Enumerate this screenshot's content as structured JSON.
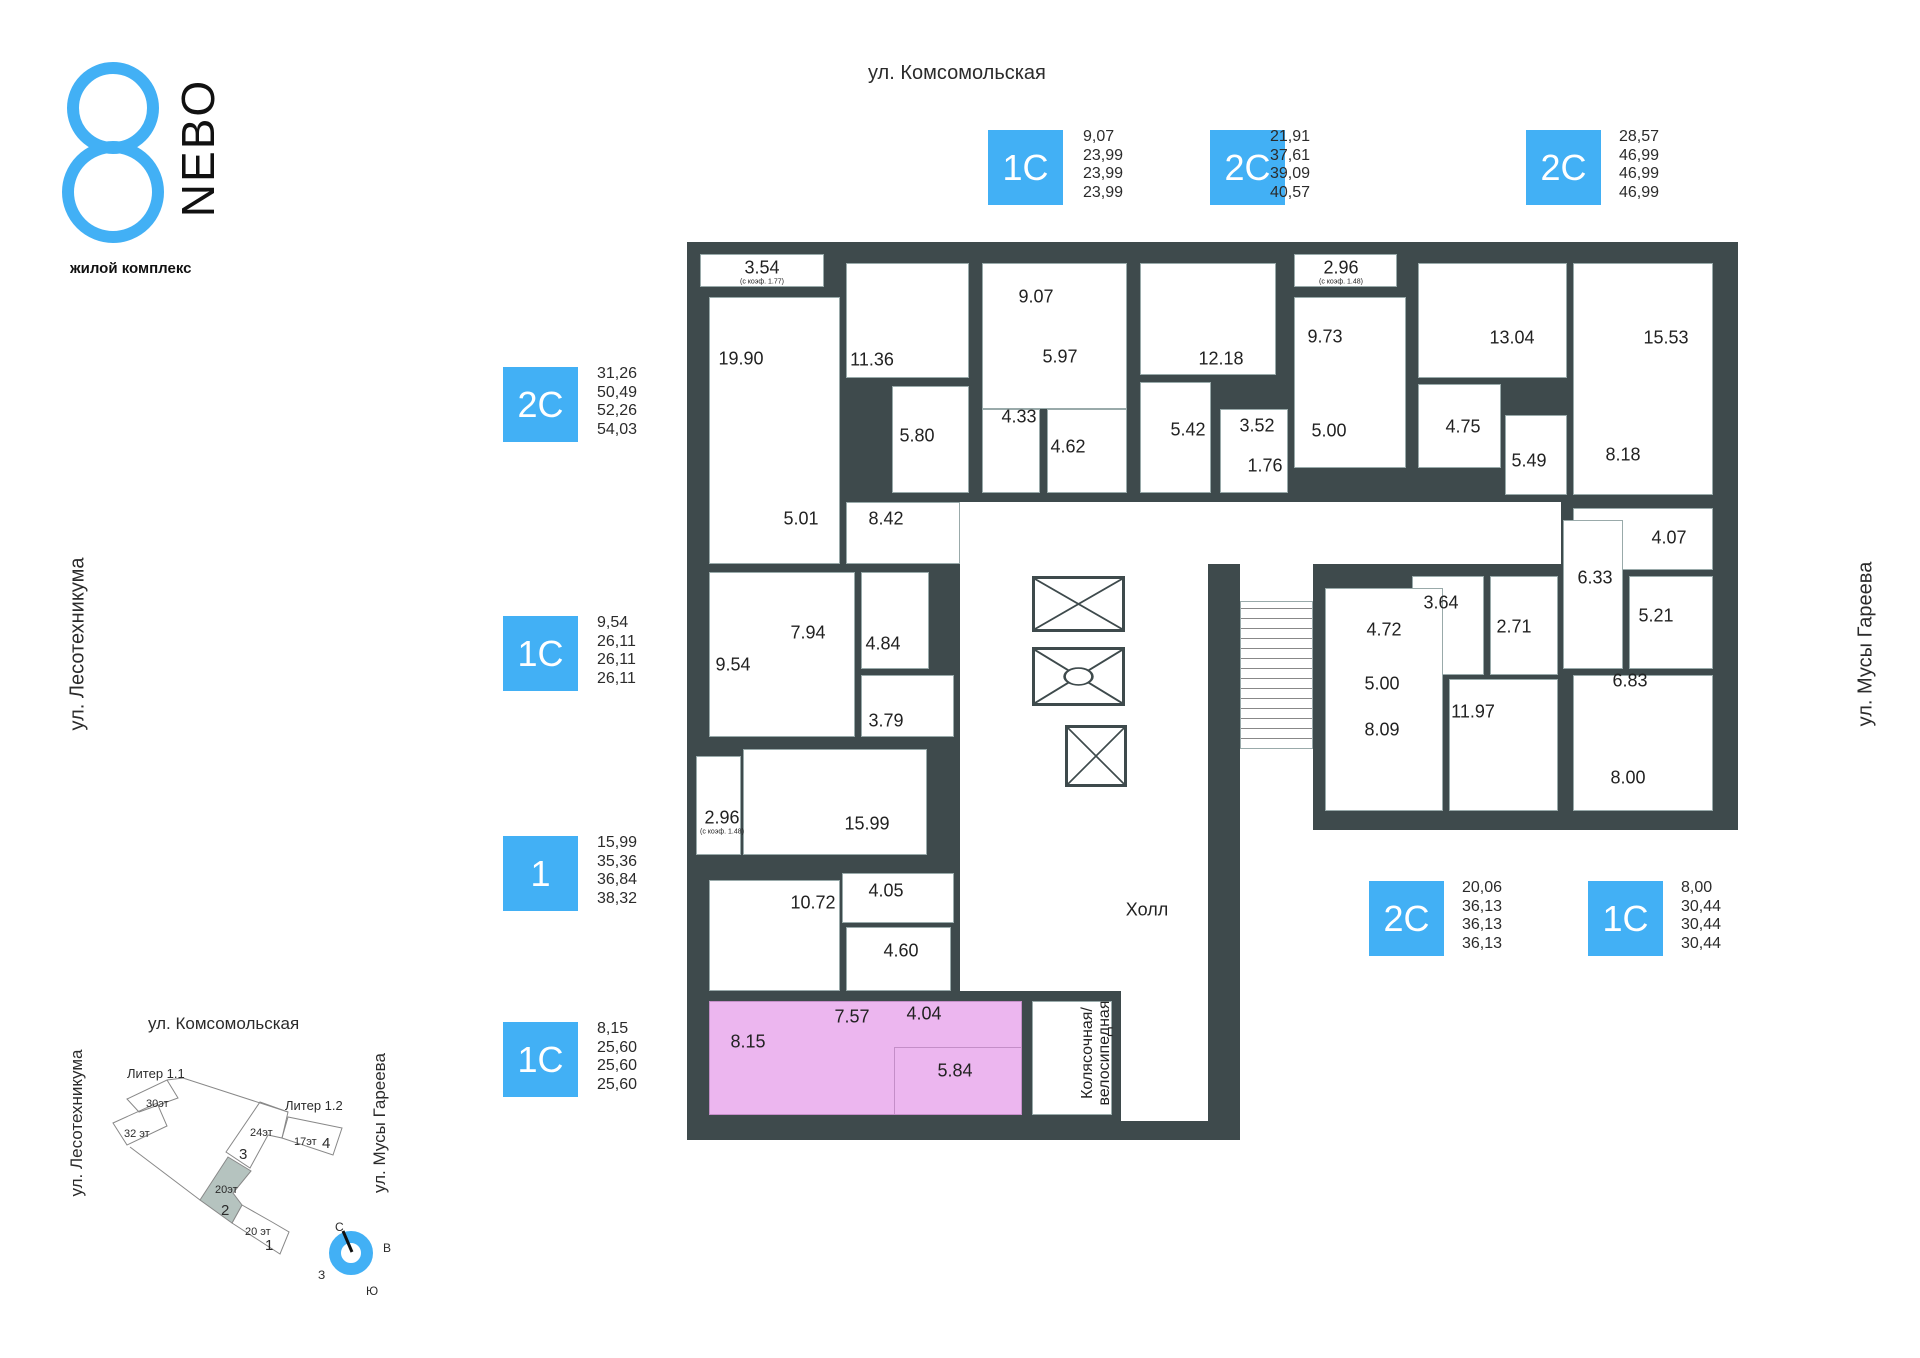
{
  "logo": {
    "brand": "NEBO",
    "subtitle": "жилой комплекс"
  },
  "streets": {
    "top": "ул. Комсомольская",
    "left": "ул. Лесотехникума",
    "right": "ул. Мусы Гареева"
  },
  "colors": {
    "accent": "#42b0f5",
    "walls": "#3e4a4c",
    "highlight": "#ecb6ef",
    "minimap_selected": "#b5c3bf"
  },
  "apartments": [
    {
      "type": "1С",
      "areas": [
        "9,07",
        "23,99",
        "23,99",
        "23,99"
      ]
    },
    {
      "type": "2С",
      "areas": [
        "21,91",
        "37,61",
        "39,09",
        "40,57"
      ]
    },
    {
      "type": "2С",
      "areas": [
        "28,57",
        "46,99",
        "46,99",
        "46,99"
      ]
    },
    {
      "type": "2С",
      "areas": [
        "31,26",
        "50,49",
        "52,26",
        "54,03"
      ]
    },
    {
      "type": "1С",
      "areas": [
        "9,54",
        "26,11",
        "26,11",
        "26,11"
      ]
    },
    {
      "type": "1",
      "areas": [
        "15,99",
        "35,36",
        "36,84",
        "38,32"
      ]
    },
    {
      "type": "1С",
      "areas": [
        "8,15",
        "25,60",
        "25,60",
        "25,60"
      ]
    },
    {
      "type": "2С",
      "areas": [
        "20,06",
        "36,13",
        "36,13",
        "36,13"
      ]
    },
    {
      "type": "1С",
      "areas": [
        "8,00",
        "30,44",
        "30,44",
        "30,44"
      ]
    }
  ],
  "plan": {
    "hall": "Холл",
    "stroller_room": "Колясочная/ велосипедная",
    "rooms": [
      {
        "area": "3.54",
        "note": "(с коэф. 1.77)"
      },
      {
        "area": "19.90"
      },
      {
        "area": "11.36"
      },
      {
        "area": "9.07"
      },
      {
        "area": "5.97"
      },
      {
        "area": "12.18"
      },
      {
        "area": "2.96",
        "note": "(с коэф. 1.48)"
      },
      {
        "area": "9.73"
      },
      {
        "area": "13.04"
      },
      {
        "area": "15.53"
      },
      {
        "area": "5.80"
      },
      {
        "area": "4.33"
      },
      {
        "area": "4.62"
      },
      {
        "area": "5.42"
      },
      {
        "area": "3.52"
      },
      {
        "area": "1.76"
      },
      {
        "area": "5.00"
      },
      {
        "area": "4.75"
      },
      {
        "area": "5.49"
      },
      {
        "area": "8.18"
      },
      {
        "area": "5.01"
      },
      {
        "area": "8.42"
      },
      {
        "area": "4.07"
      },
      {
        "area": "6.33"
      },
      {
        "area": "3.64"
      },
      {
        "area": "4.72"
      },
      {
        "area": "2.71"
      },
      {
        "area": "5.21"
      },
      {
        "area": "7.94"
      },
      {
        "area": "4.84"
      },
      {
        "area": "9.54"
      },
      {
        "area": "5.00"
      },
      {
        "area": "6.83"
      },
      {
        "area": "11.97"
      },
      {
        "area": "8.09"
      },
      {
        "area": "3.79"
      },
      {
        "area": "8.00"
      },
      {
        "area": "2.96",
        "note": "(с коэф. 1.48)"
      },
      {
        "area": "15.99"
      },
      {
        "area": "4.05"
      },
      {
        "area": "10.72"
      },
      {
        "area": "4.60"
      },
      {
        "area": "8.15"
      },
      {
        "area": "7.57"
      },
      {
        "area": "4.04"
      },
      {
        "area": "5.84"
      }
    ]
  },
  "minimap": {
    "streets": {
      "top": "ул. Комсомольская",
      "left": "ул. Лесотехникума",
      "right": "ул. Мусы Гареева"
    },
    "liters": [
      "Литер 1.1",
      "Литер 1.2"
    ],
    "floors": [
      "30эт",
      "32 эт",
      "24эт",
      "17эт",
      "20эт",
      "20 эт"
    ],
    "sections": [
      "1",
      "2",
      "3",
      "4"
    ],
    "compass": {
      "n": "С",
      "e": "В",
      "w": "З",
      "s": "Ю"
    }
  }
}
